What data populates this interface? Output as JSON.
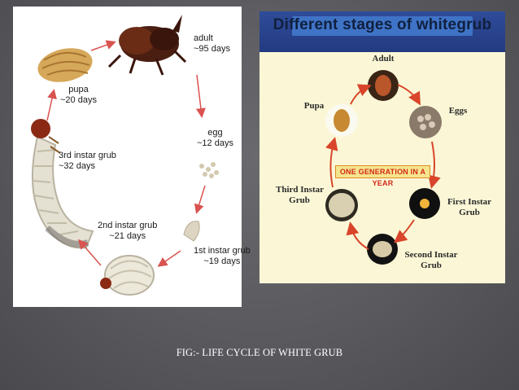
{
  "left_diagram": {
    "stages": [
      {
        "name": "adult",
        "duration": "~95 days"
      },
      {
        "name": "egg",
        "duration": "~12 days"
      },
      {
        "name": "1st instar grub",
        "duration": "~19 days"
      },
      {
        "name": "2nd instar grub",
        "duration": "~21 days"
      },
      {
        "name": "3rd instar grub",
        "duration": "~32 days"
      },
      {
        "name": "pupa",
        "duration": "~20 days"
      }
    ]
  },
  "right_diagram": {
    "title": "Different stages of whitegrub",
    "center_label": "ONE GENERATION IN A YEAR",
    "stages": [
      {
        "line1": "Adult",
        "line2": ""
      },
      {
        "line1": "Eggs",
        "line2": ""
      },
      {
        "line1": "First Instar",
        "line2": "Grub"
      },
      {
        "line1": "Second Instar",
        "line2": "Grub"
      },
      {
        "line1": "Third Instar",
        "line2": "Grub"
      },
      {
        "line1": "Pupa",
        "line2": ""
      }
    ]
  },
  "caption": "FIG:- LIFE CYCLE OF WHITE GRUB",
  "colors": {
    "background": "#5e5e62",
    "arrow_left": "#d9534f",
    "arrow_right": "#d8452a",
    "header_blue": "#2f4c9a",
    "panel_cream": "#fbf7d6"
  }
}
